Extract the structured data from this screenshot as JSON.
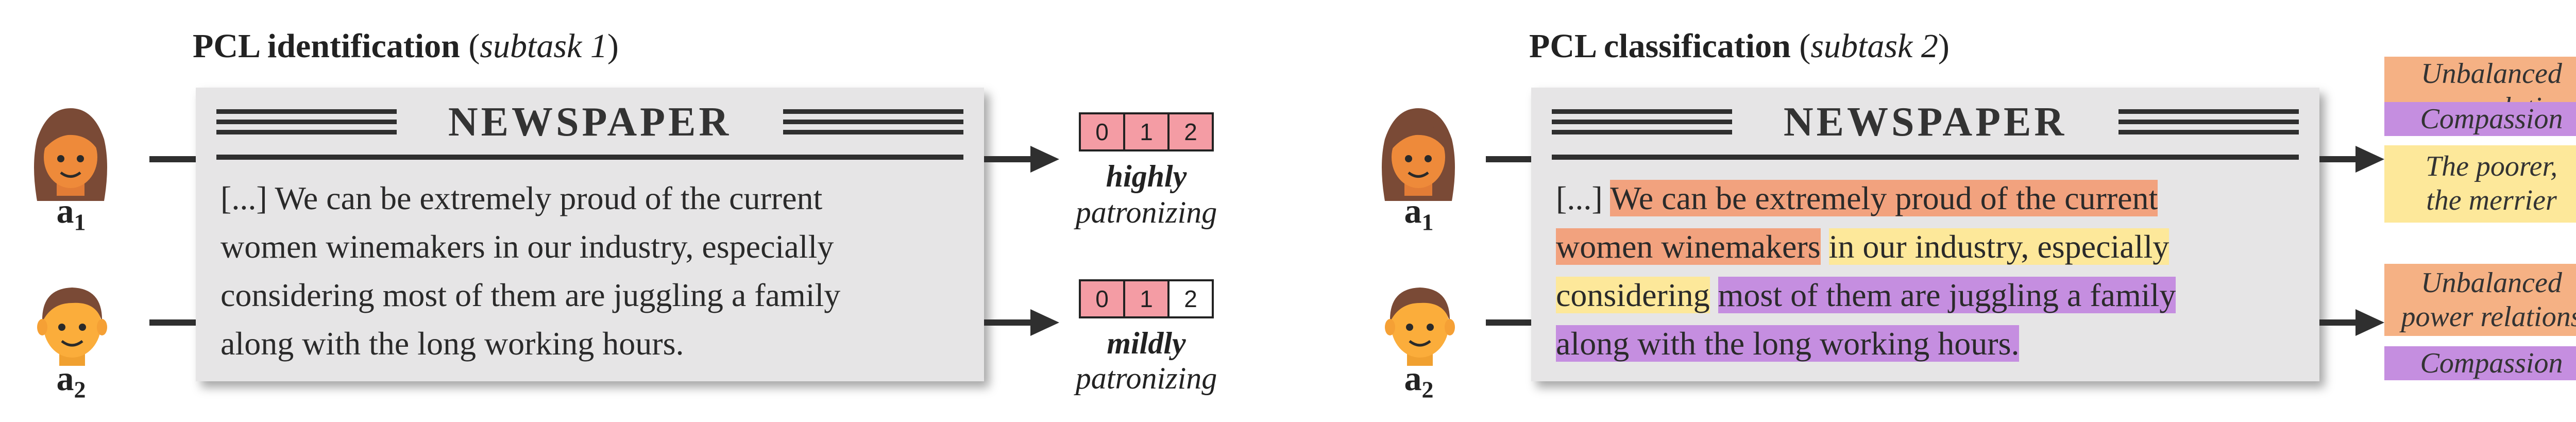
{
  "subtask1": {
    "title_bold": "PCL identification",
    "title_sub": "subtask 1",
    "newspaper": "NEWSPAPER",
    "text_lines": [
      "[...] We can be extremely proud of the current",
      "women winemakers in our industry, especially",
      "considering most of them are juggling a family",
      "along with the long working hours."
    ],
    "annotators": [
      {
        "label": "a",
        "index": "1",
        "scale": [
          "0",
          "1",
          "2"
        ],
        "selected_upto": 2,
        "verdict_bold": "highly",
        "verdict": "patronizing"
      },
      {
        "label": "a",
        "index": "2",
        "scale": [
          "0",
          "1",
          "2"
        ],
        "selected_upto": 1,
        "verdict_bold": "mildly",
        "verdict": "patronizing"
      }
    ]
  },
  "subtask2": {
    "title_bold": "PCL classification",
    "title_sub": "subtask 2",
    "newspaper": "NEWSPAPER",
    "text": {
      "l1_a": "[...]",
      "l1_b": "We can be extremely proud of the current",
      "l2_a": "women winemakers",
      "l2_b": "in our industry, especially",
      "l3_a": "considering",
      "l3_b": "most of them are juggling a family",
      "l4_a": "along with the long working hours."
    },
    "annotators": [
      {
        "label": "a",
        "index": "1"
      },
      {
        "label": "a",
        "index": "2"
      }
    ],
    "categories_a1": [
      {
        "lines": [
          "Unbalanced",
          "power relations"
        ],
        "color": "#f5b184"
      },
      {
        "lines": [
          "Compassion"
        ],
        "color": "#c58ee0"
      },
      {
        "lines": [
          "The poorer,",
          "the merrier"
        ],
        "color": "#fde89a"
      }
    ],
    "categories_a2": [
      {
        "lines": [
          "Unbalanced",
          "power relations"
        ],
        "color": "#f5b184"
      },
      {
        "lines": [
          "Compassion"
        ],
        "color": "#c58ee0"
      }
    ]
  },
  "colors": {
    "paper": "#e6e5e6",
    "scale_on": "#f49ca4",
    "highlight_orange": "#f2a27e",
    "highlight_yellow": "#fde89a",
    "highlight_purple": "#c58ee0",
    "arrow": "#2f2f2f"
  },
  "icons": [
    "woman-avatar-icon",
    "man-avatar-icon",
    "arrow-right-icon"
  ]
}
